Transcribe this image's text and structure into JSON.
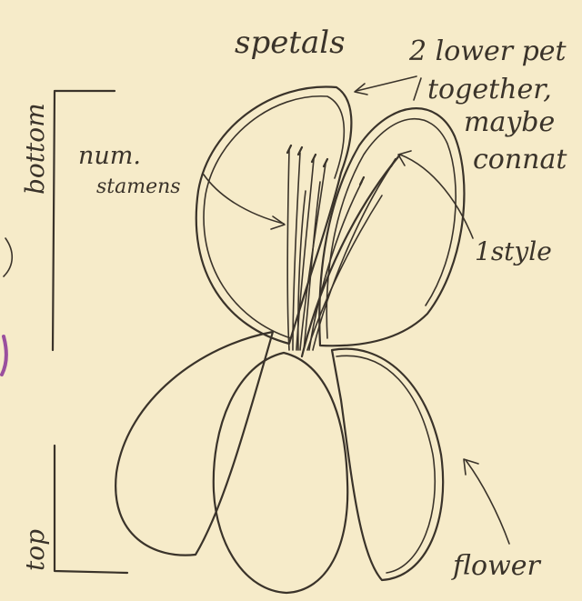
{
  "labels": {
    "spetals": "spetals",
    "lower_petals_1": "2 lower pet",
    "lower_petals_2": "together,",
    "lower_petals_3": "maybe",
    "lower_petals_4": "connat",
    "num_stamens_1": "num.",
    "num_stamens_2": "stamens",
    "style": "1style",
    "flower": "flower",
    "bottom": "bottom",
    "top": "top"
  },
  "colors": {
    "paper": "#f6ebc9",
    "ink": "#3a332a",
    "purple_mark": "#9a4f9e"
  }
}
